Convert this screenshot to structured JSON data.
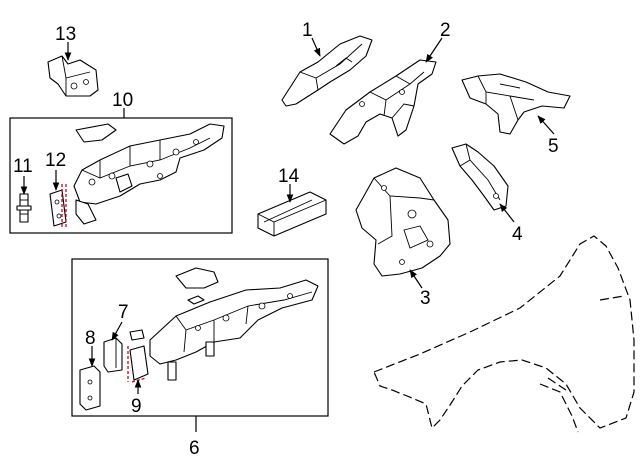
{
  "callouts": {
    "c1": "1",
    "c2": "2",
    "c3": "3",
    "c4": "4",
    "c5": "5",
    "c6": "6",
    "c7": "7",
    "c8": "8",
    "c9": "9",
    "c10": "10",
    "c11": "11",
    "c12": "12",
    "c13": "13",
    "c14": "14"
  },
  "colors": {
    "line": "#000000",
    "highlight": "#d0021b",
    "background": "#ffffff"
  }
}
